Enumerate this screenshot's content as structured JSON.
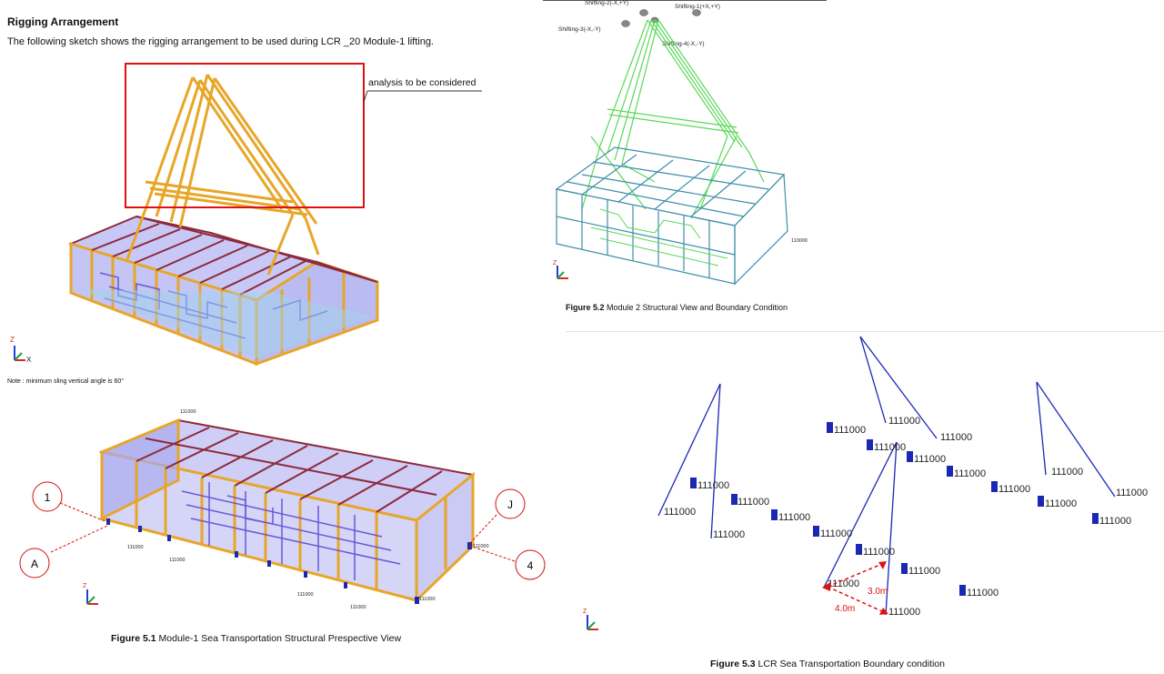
{
  "document": {
    "heading": "Rigging Arrangement",
    "intro": "The following sketch shows the rigging arrangement to be used during LCR _20 Module-1 lifting.",
    "callout": "analysis to be considered",
    "note": "Note : minimum sling vertical angle is 60°"
  },
  "figure_5_1": {
    "number": "Figure 5.1",
    "title": "Module-1 Sea Transportation Structural Prespective View",
    "markers": [
      "1",
      "A",
      "J",
      "4"
    ],
    "support_label": "111000"
  },
  "figure_5_2": {
    "number": "Figure 5.2",
    "title": "Module 2 Structural View and Boundary Condition",
    "shifting_labels": [
      "Shifting-2(-X,+Y)",
      "Shifting-1(+X,+Y)",
      "Shifting-3(-X,-Y)",
      "Shifting-4(-X,-Y)"
    ],
    "support_label": "110000"
  },
  "figure_5_3": {
    "number": "Figure 5.3",
    "title": "LCR Sea Transportation Boundary condition",
    "support_label": "111000",
    "dimensions": [
      "3.0m",
      "4.0m"
    ]
  },
  "axes": {
    "z": "Z",
    "x": "X"
  },
  "colors": {
    "frame": "#e8a628",
    "beam": "#8e2a3c",
    "panel": "#b7b7f3",
    "piping": "#6a58d6",
    "callout_box": "#e01010",
    "support_blue": "#1a28b4",
    "rig_green": "#58d858",
    "mesh_teal": "#3c8ea8",
    "dimension_red": "#e01010"
  }
}
